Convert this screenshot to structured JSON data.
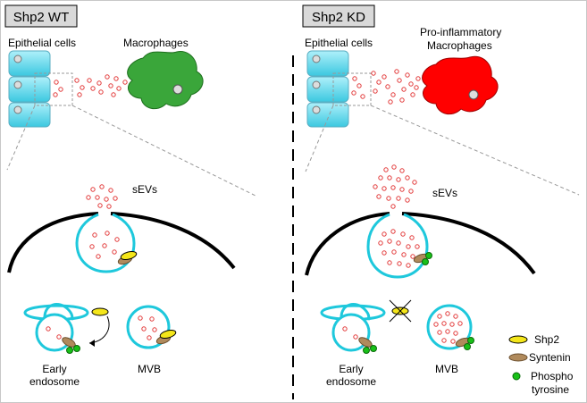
{
  "panels": {
    "left": {
      "title": "Shp2 WT",
      "epithelial_label": "Epithelial cells",
      "macrophage_label": "Macrophages",
      "sevs_label": "sEVs",
      "early_endosome_label_1": "Early",
      "early_endosome_label_2": "endosome",
      "mvb_label": "MVB"
    },
    "right": {
      "title": "Shp2 KD",
      "epithelial_label": "Epithelial cells",
      "macrophage_label_1": "Pro-inflammatory",
      "macrophage_label_2": "Macrophages",
      "sevs_label": "sEVs",
      "early_endosome_label_1": "Early",
      "early_endosome_label_2": "endosome",
      "mvb_label": "MVB"
    }
  },
  "legend": {
    "shp2": "Shp2",
    "syntenin": "Syntenin",
    "phospho_1": "Phospho",
    "phospho_2": "tyrosine"
  },
  "colors": {
    "membrane": "#1ec8dc",
    "vesicle": "#e23a3a",
    "macrophage_wt": "#3aa63a",
    "macrophage_kd": "#ff0000",
    "shp2": "#f4e61a",
    "syntenin": "#b08a5c",
    "phospho_tyrosine": "#18c018",
    "title_box": "#d9d9d9"
  }
}
